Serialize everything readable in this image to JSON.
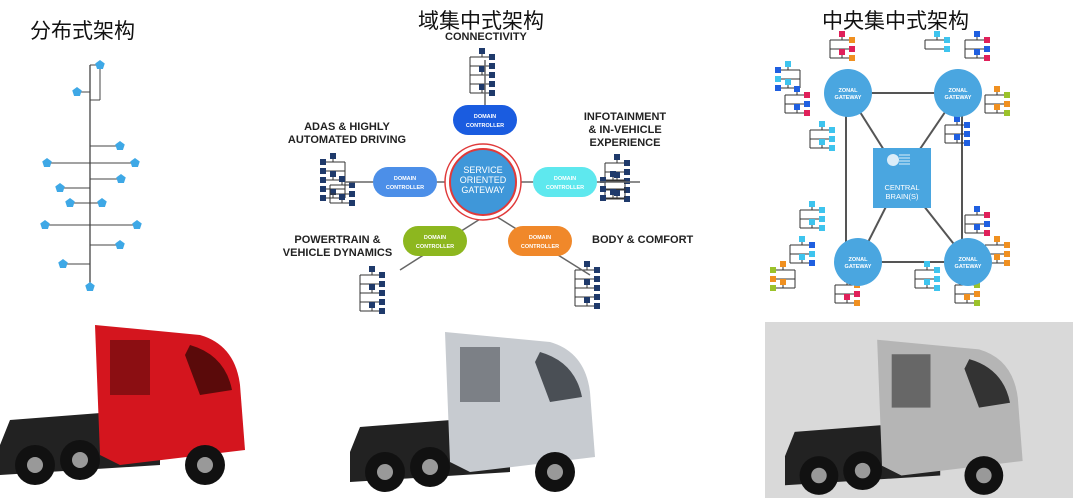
{
  "panels": {
    "distributed": {
      "title": "分布式架构"
    },
    "domain": {
      "title": "域集中式架构",
      "gateway": [
        "SERVICE",
        "ORIENTED",
        "GATEWAY"
      ],
      "controller_label": [
        "DOMAIN",
        "CONTROLLER"
      ],
      "domains": {
        "connectivity": "CONNECTIVITY",
        "adas": [
          "ADAS & HIGHLY",
          "AUTOMATED DRIVING"
        ],
        "infotainment": [
          "INFOTAINMENT",
          "& IN-VEHICLE",
          "EXPERIENCE"
        ],
        "powertrain": [
          "POWERTRAIN &",
          "VEHICLE DYNAMICS"
        ],
        "body": "BODY & COMFORT"
      }
    },
    "central": {
      "title": "中央集中式架构",
      "zonal_label": [
        "ZONAL",
        "GATEWAY"
      ],
      "brain": [
        "CENTRAL",
        "BRAIN(S)"
      ]
    }
  },
  "colors": {
    "node": "#3ea8e6",
    "ctl_top": "#1a5ce0",
    "ctl_left": "#4c8fe8",
    "ctl_right": "#5ee8ee",
    "ctl_bl": "#8db71f",
    "ctl_br": "#f0882a",
    "gateway": "#3f97d9",
    "ring": "#e03a3a",
    "zonal": "#4aa6e0"
  }
}
